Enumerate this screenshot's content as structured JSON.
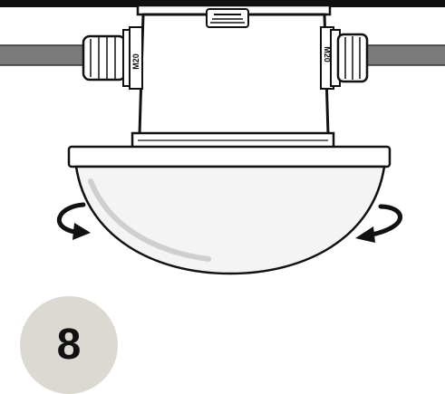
{
  "step": {
    "number": "8"
  },
  "glands": {
    "left_label": "M20",
    "right_label": "M20"
  },
  "colors": {
    "badge_background": "#dcd9d2",
    "cable": "#7a7a7a",
    "dome": "#f4f4f4",
    "outline": "#111111"
  },
  "icons": {
    "rotation_left": "rotate-arrow-icon",
    "rotation_right": "rotate-arrow-icon"
  }
}
